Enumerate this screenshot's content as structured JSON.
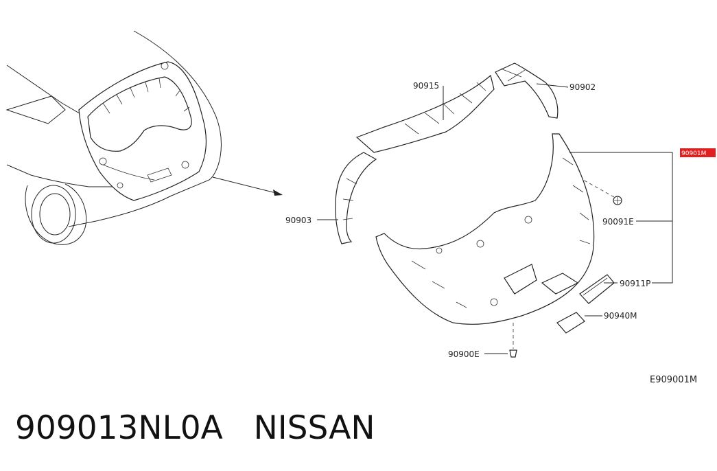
{
  "labels": {
    "p90915": "90915",
    "p90902": "90902",
    "p90901M": "90901M",
    "p90903": "90903",
    "p90091E": "90091E",
    "p90911P": "90911P",
    "p90940M": "90940M",
    "p90900E": "90900E"
  },
  "diagram_ref": "E909001M",
  "caption": "909013NL0A   NISSAN",
  "colors": {
    "highlight": "#e02020",
    "line": "#222222"
  }
}
